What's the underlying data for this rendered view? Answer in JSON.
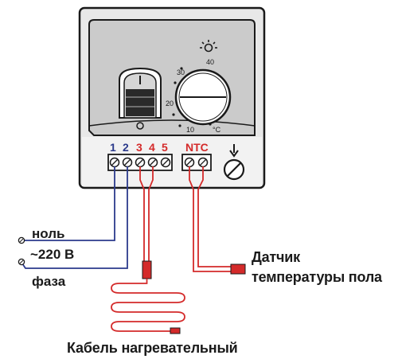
{
  "thermostat": {
    "scale": [
      "10",
      "20",
      "30",
      "40"
    ],
    "unit": "°C",
    "terminals": [
      "1",
      "2",
      "3",
      "4",
      "5"
    ],
    "ntc_label": "NTC"
  },
  "labels": {
    "neutral": "ноль",
    "voltage": "~220 В",
    "phase": "фаза",
    "sensor_line1": "Датчик",
    "sensor_line2": "температуры пола",
    "cable": "Кабель нагревательный"
  },
  "colors": {
    "neutral_wire": "#2b3a8c",
    "heating_wire": "#d42a2a",
    "body": "#e6e6e6",
    "panel": "#c9c9c9",
    "outline": "#1a1a1a",
    "terminal_number_blue": "#2b3a8c",
    "terminal_number_red": "#d42a2a"
  }
}
